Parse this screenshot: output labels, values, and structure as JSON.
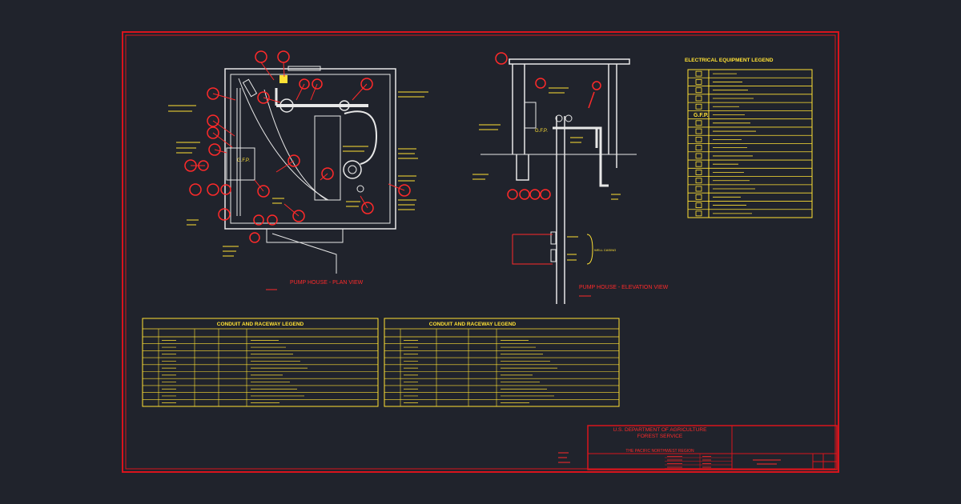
{
  "colors": {
    "background": "#20232c",
    "border": "#d9141c",
    "yellow": "#ffe135",
    "white": "#e8e8e8",
    "red": "#ff2a2a"
  },
  "views": {
    "plan_title": "PUMP HOUSE - PLAN VIEW",
    "elevation_title": "PUMP HOUSE - ELEVATION VIEW",
    "gfp_plan": "G.F.P.",
    "gfp_elev": "G.F.P.",
    "well_pipe_label": "WELL CASING"
  },
  "legend": {
    "title": "ELECTRICAL EQUIPMENT LEGEND",
    "gfp_symbol": "G.F.P."
  },
  "conduit_legend_left": {
    "title": "CONDUIT AND RACEWAY LEGEND"
  },
  "conduit_legend_right": {
    "title": "CONDUIT AND RACEWAY LEGEND"
  },
  "title_block": {
    "agency_line1": "U.S. DEPARTMENT OF AGRICULTURE",
    "agency_line2": "FOREST SERVICE",
    "region": "THE PACIFIC NORTHWEST REGION"
  }
}
